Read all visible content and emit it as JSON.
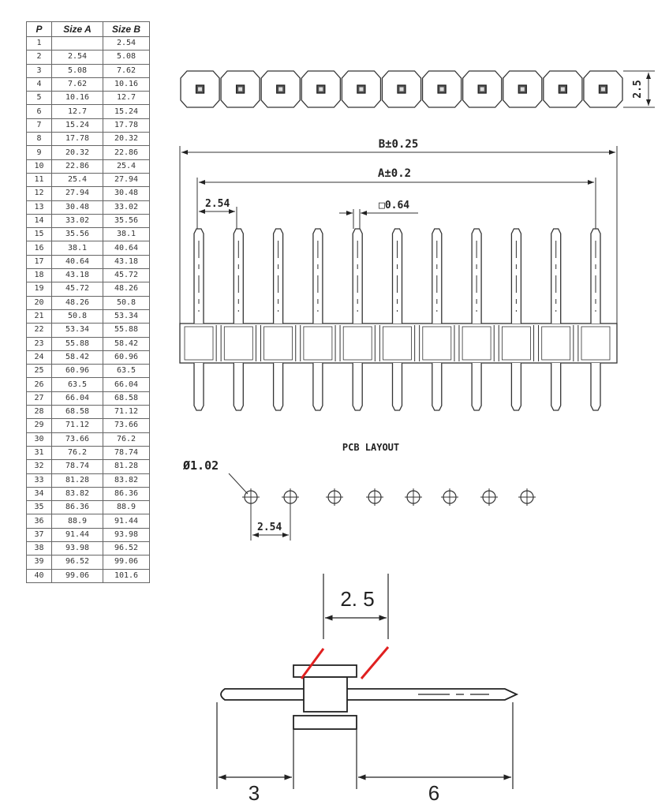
{
  "table": {
    "headers": [
      "P",
      "Size A",
      "Size B"
    ],
    "rows": [
      [
        "1",
        "",
        "2.54"
      ],
      [
        "2",
        "2.54",
        "5.08"
      ],
      [
        "3",
        "5.08",
        "7.62"
      ],
      [
        "4",
        "7.62",
        "10.16"
      ],
      [
        "5",
        "10.16",
        "12.7"
      ],
      [
        "6",
        "12.7",
        "15.24"
      ],
      [
        "7",
        "15.24",
        "17.78"
      ],
      [
        "8",
        "17.78",
        "20.32"
      ],
      [
        "9",
        "20.32",
        "22.86"
      ],
      [
        "10",
        "22.86",
        "25.4"
      ],
      [
        "11",
        "25.4",
        "27.94"
      ],
      [
        "12",
        "27.94",
        "30.48"
      ],
      [
        "13",
        "30.48",
        "33.02"
      ],
      [
        "14",
        "33.02",
        "35.56"
      ],
      [
        "15",
        "35.56",
        "38.1"
      ],
      [
        "16",
        "38.1",
        "40.64"
      ],
      [
        "17",
        "40.64",
        "43.18"
      ],
      [
        "18",
        "43.18",
        "45.72"
      ],
      [
        "19",
        "45.72",
        "48.26"
      ],
      [
        "20",
        "48.26",
        "50.8"
      ],
      [
        "21",
        "50.8",
        "53.34"
      ],
      [
        "22",
        "53.34",
        "55.88"
      ],
      [
        "23",
        "55.88",
        "58.42"
      ],
      [
        "24",
        "58.42",
        "60.96"
      ],
      [
        "25",
        "60.96",
        "63.5"
      ],
      [
        "26",
        "63.5",
        "66.04"
      ],
      [
        "27",
        "66.04",
        "68.58"
      ],
      [
        "28",
        "68.58",
        "71.12"
      ],
      [
        "29",
        "71.12",
        "73.66"
      ],
      [
        "30",
        "73.66",
        "76.2"
      ],
      [
        "31",
        "76.2",
        "78.74"
      ],
      [
        "32",
        "78.74",
        "81.28"
      ],
      [
        "33",
        "81.28",
        "83.82"
      ],
      [
        "34",
        "83.82",
        "86.36"
      ],
      [
        "35",
        "86.36",
        "88.9"
      ],
      [
        "36",
        "88.9",
        "91.44"
      ],
      [
        "37",
        "91.44",
        "93.98"
      ],
      [
        "38",
        "93.98",
        "96.52"
      ],
      [
        "39",
        "96.52",
        "99.06"
      ],
      [
        "40",
        "99.06",
        "101.6"
      ]
    ]
  },
  "top_view": {
    "pin_count": 11,
    "height_label": "2.5"
  },
  "front_view": {
    "pin_count": 11,
    "b_label": "B±0.25",
    "a_label": "A±0.2",
    "pitch_label": "2.54",
    "pin_size_label": "□0.64"
  },
  "pcb_layout": {
    "title": "PCB LAYOUT",
    "hole_label": "Ø1.02",
    "pitch_label": "2.54",
    "hole_count": 8
  },
  "side_view": {
    "height_label": "2. 5",
    "left_label": "3",
    "right_label": "6",
    "highlight_color": "#e02020"
  }
}
